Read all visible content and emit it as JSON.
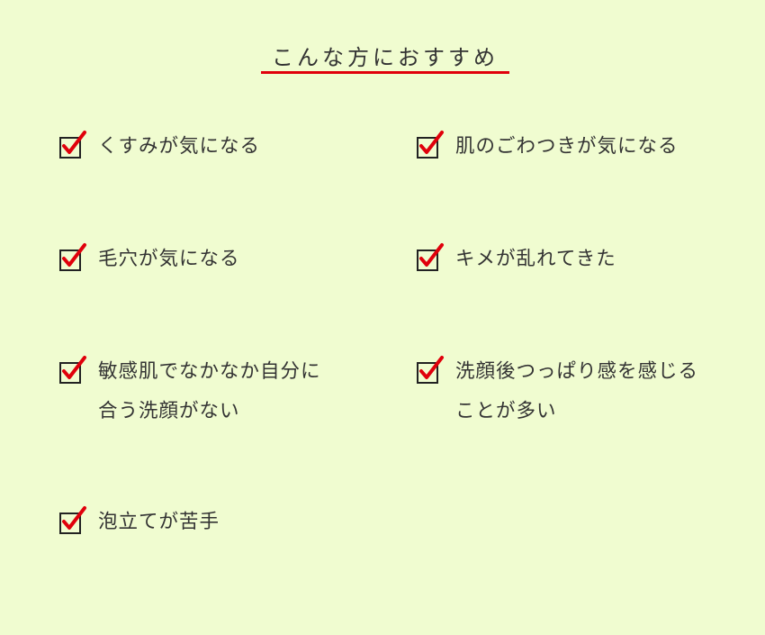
{
  "title": "こんな方におすすめ",
  "colors": {
    "background": "#f0fcd0",
    "accent": "#e0000b",
    "text": "#333333"
  },
  "items": [
    {
      "label": "くすみが気になる",
      "icon": "checkbox-checked-icon"
    },
    {
      "label": "肌のごわつきが気になる",
      "icon": "checkbox-checked-icon"
    },
    {
      "label": "毛穴が気になる",
      "icon": "checkbox-checked-icon"
    },
    {
      "label": "キメが乱れてきた",
      "icon": "checkbox-checked-icon"
    },
    {
      "label": "敏感肌でなかなか自分に\n合う洗顔がない",
      "icon": "checkbox-checked-icon"
    },
    {
      "label": "洗顔後つっぱり感を感じる\nことが多い",
      "icon": "checkbox-checked-icon"
    },
    {
      "label": "泡立てが苦手",
      "icon": "checkbox-checked-icon"
    }
  ]
}
